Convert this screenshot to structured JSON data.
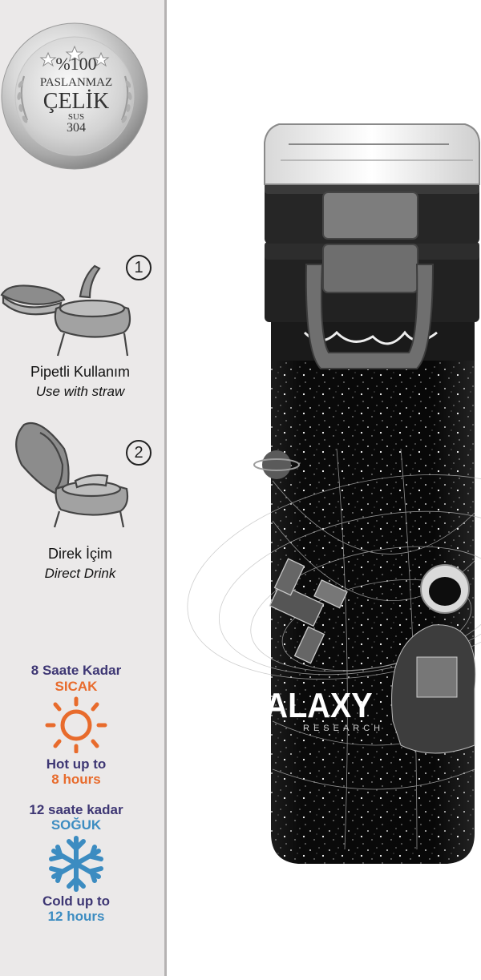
{
  "badge": {
    "line1": "%100",
    "line2": "PASLANMAZ",
    "line3": "ÇELİK",
    "line4": "SUS",
    "line5": "304"
  },
  "usage": {
    "straw": {
      "number": "1",
      "tr": "Pipetli Kullanım",
      "en": "Use with straw"
    },
    "direct": {
      "number": "2",
      "tr": "Direk İçim",
      "en": "Direct Drink"
    }
  },
  "temperature": {
    "hot": {
      "tr_line1": "8 Saate Kadar",
      "tr_line2": "SICAK",
      "en_line1": "Hot up to",
      "en_line2": "8 hours",
      "icon": "sun-icon"
    },
    "cold": {
      "tr_line1": "12 saate kadar",
      "tr_line2": "SOĞUK",
      "en_line1": "Cold up to",
      "en_line2": "12 hours",
      "icon": "snowflake-icon"
    }
  },
  "product": {
    "print_title": "GALAXY",
    "print_subtitle": "RESEARCH"
  },
  "colors": {
    "panel_bg": "#ebe9e9",
    "purple": "#3e3774",
    "orange": "#e86b2c",
    "blue": "#3c8cc1",
    "bottle_body": "#0b0b0b",
    "lid_gray": "#7b7b7b"
  }
}
